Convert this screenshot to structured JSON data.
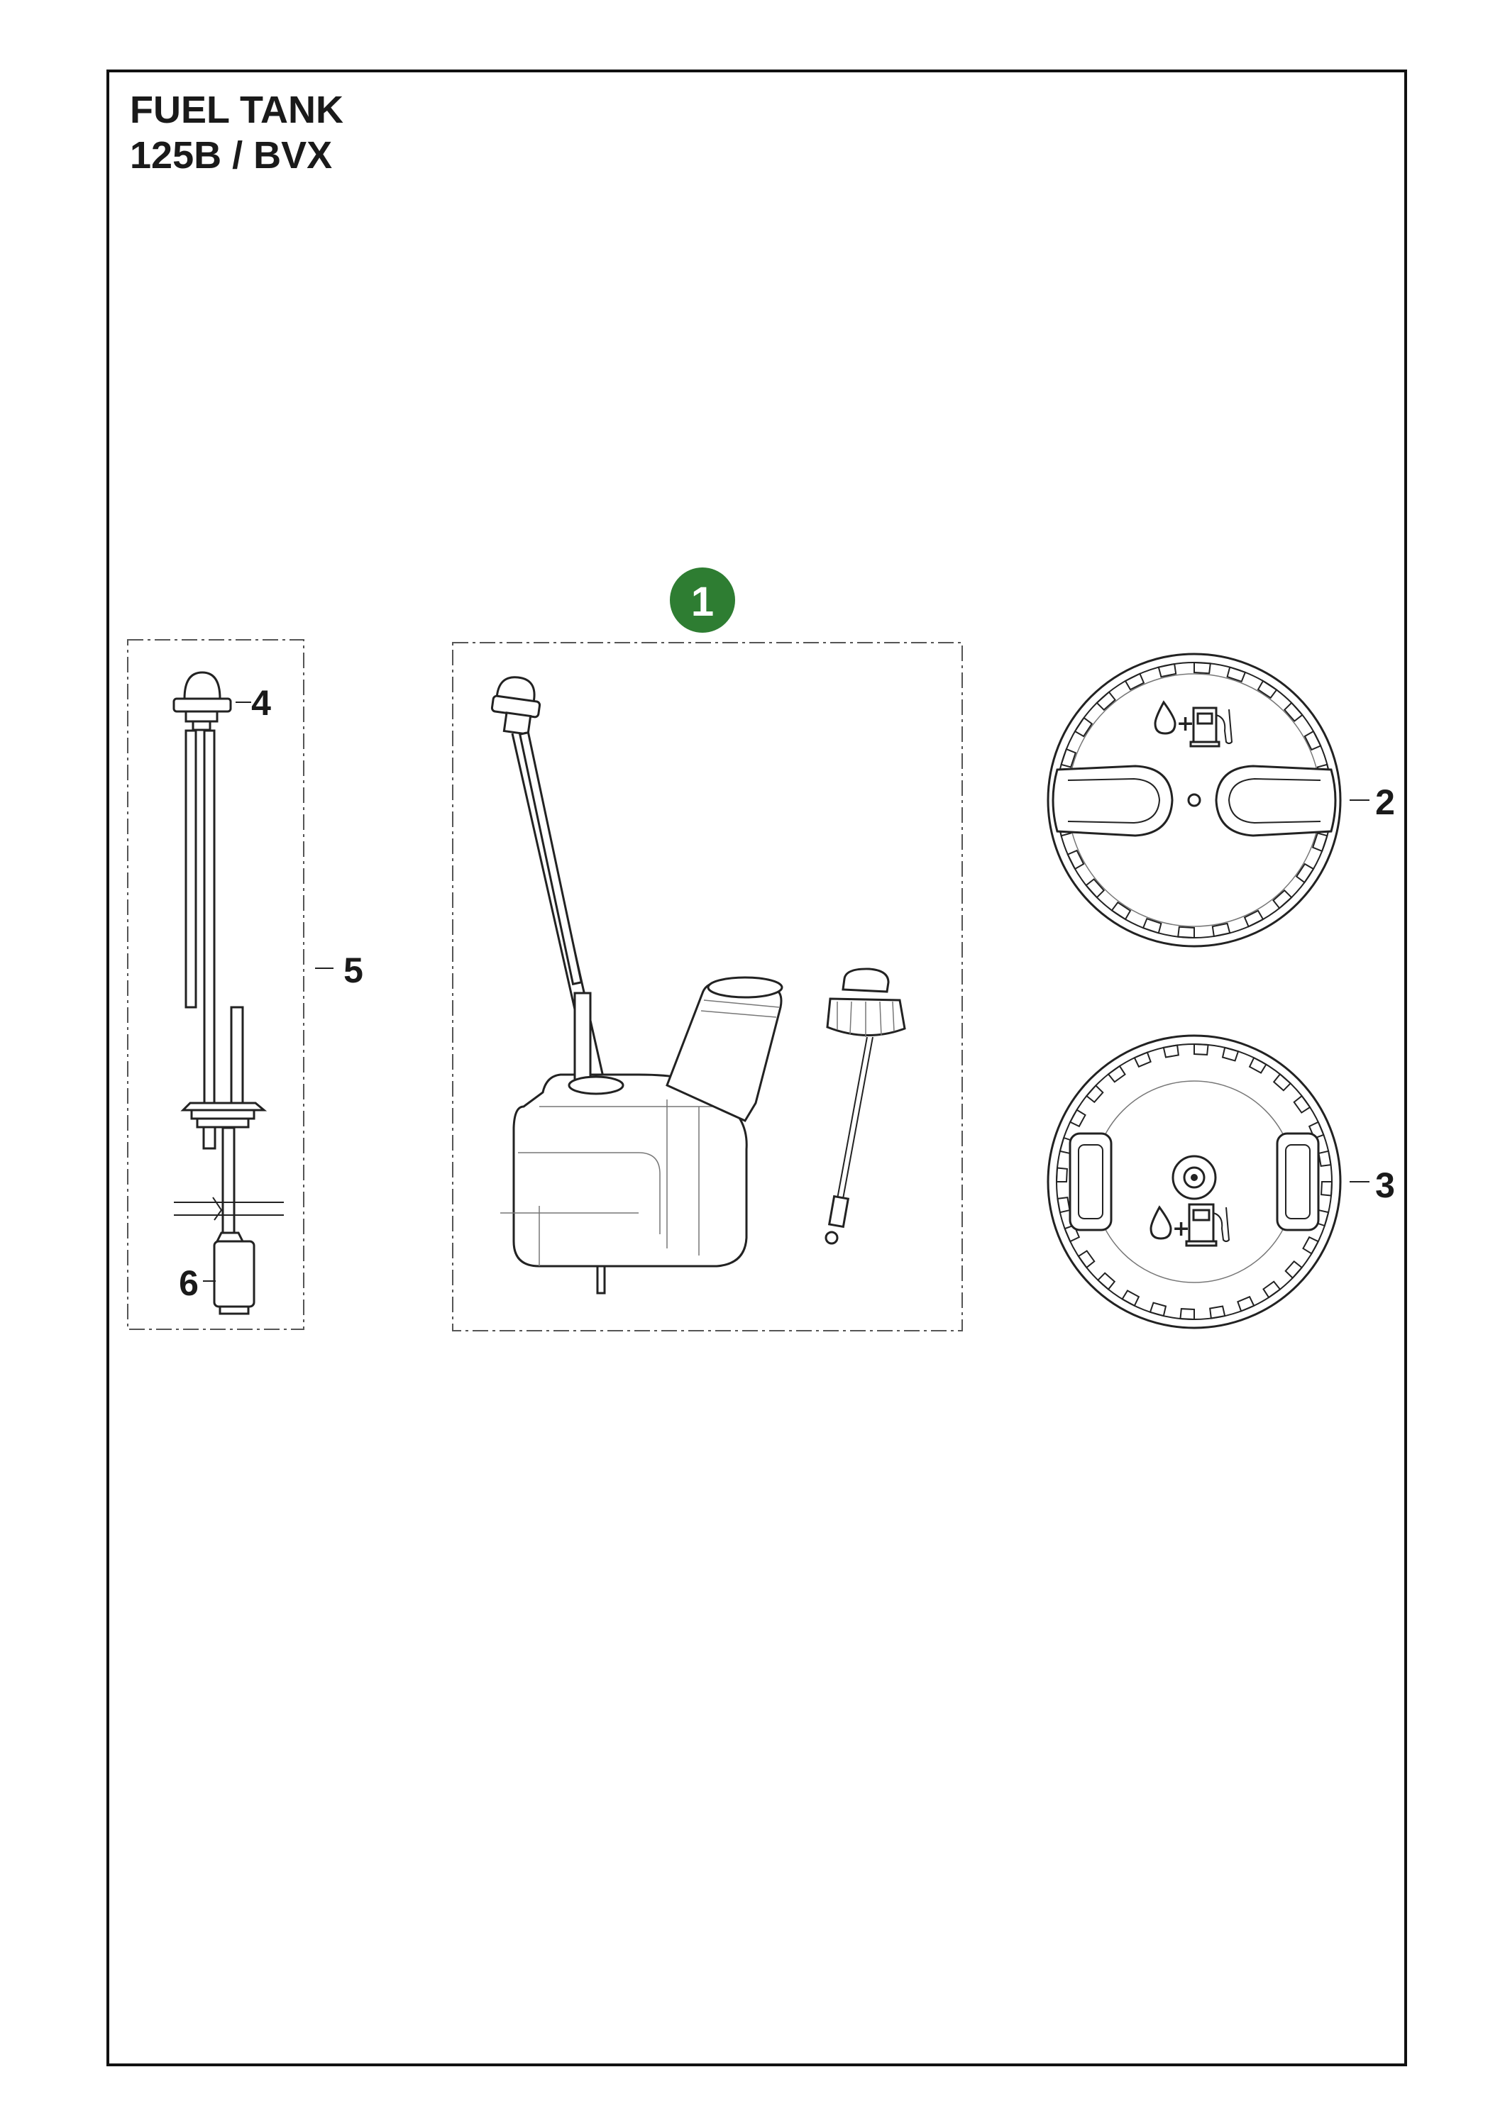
{
  "header": {
    "title_line1": "FUEL TANK",
    "title_line2": "125B / BVX"
  },
  "badge": {
    "label": "1",
    "color": "#2e7d32"
  },
  "callouts": {
    "cap_top": "2",
    "cap_bottom": "3",
    "primer_bulb": "4",
    "fuel_line_kit": "5",
    "fuel_filter": "6"
  },
  "icons": [
    "fuel-drop-icon",
    "plus-icon",
    "fuel-pump-icon"
  ]
}
